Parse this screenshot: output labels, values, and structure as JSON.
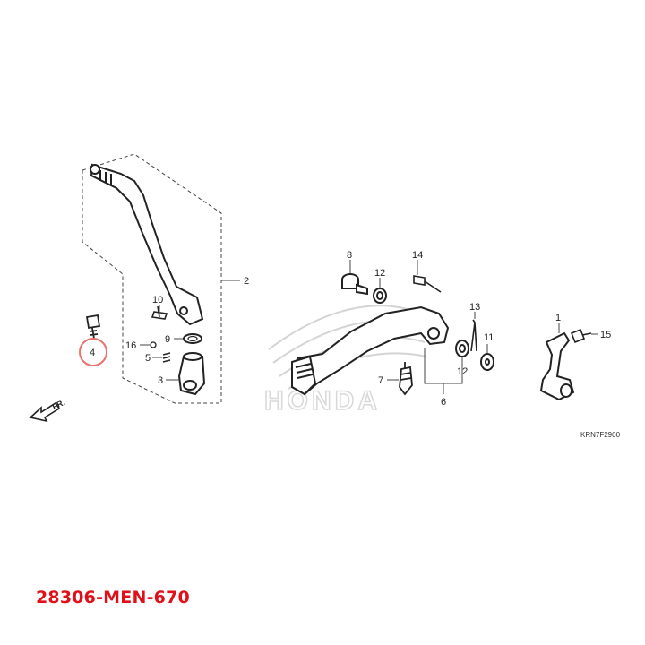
{
  "diagram": {
    "callouts": [
      "1",
      "2",
      "3",
      "4",
      "5",
      "6",
      "7",
      "8",
      "9",
      "10",
      "11",
      "12",
      "12",
      "13",
      "14",
      "15",
      "16"
    ],
    "direction_label": "FR.",
    "drawing_code": "KRN7F2900",
    "watermark_text": "HONDA",
    "highlighted_callout": "4",
    "highlight_color": "#e8736f"
  },
  "part_number": "28306-MEN-670",
  "part_number_color": "#e0101a"
}
